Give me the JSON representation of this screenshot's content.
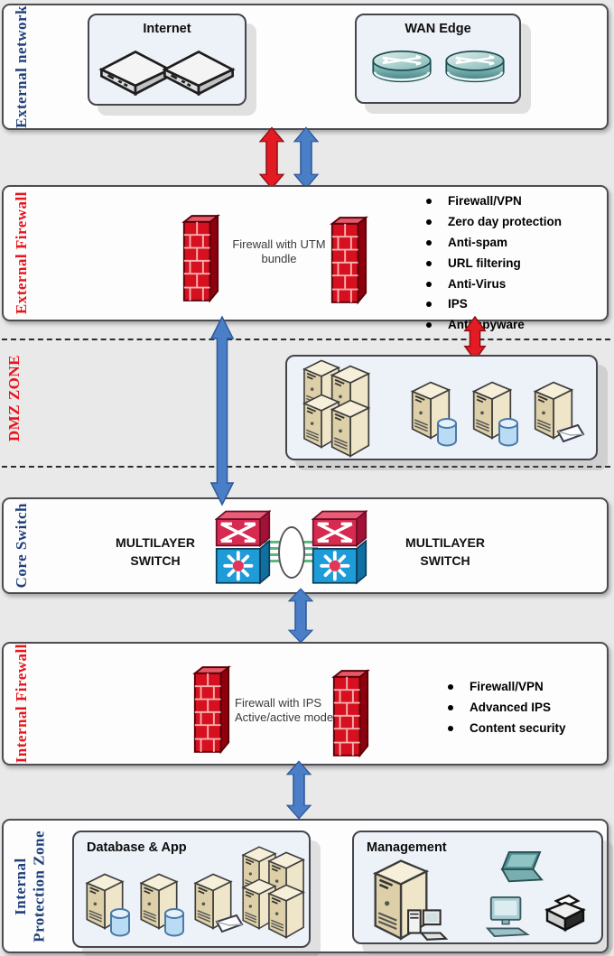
{
  "zones": {
    "external_network": {
      "label": "External network",
      "internet": {
        "title": "Internet"
      },
      "wan_edge": {
        "title": "WAN Edge"
      }
    },
    "external_firewall": {
      "label": "External Firewall",
      "caption": "Firewall with UTM\nbundle",
      "features": [
        "Firewall/VPN",
        "Zero day protection",
        "Anti-spam",
        "URL filtering",
        "Anti-Virus",
        "IPS",
        "Anti-spyware"
      ]
    },
    "dmz": {
      "label": "DMZ ZONE"
    },
    "core_switch": {
      "label": "Core Switch",
      "left_switch_label": "MULTILAYER\nSWITCH",
      "right_switch_label": "MULTILAYER\nSWITCH"
    },
    "internal_firewall": {
      "label": "Internal Firewall",
      "caption": "Firewall with IPS\nActive/active mode",
      "features": [
        "Firewall/VPN",
        "Advanced IPS",
        "Content security"
      ]
    },
    "internal_protection": {
      "label": "Internal\nProtection Zone",
      "database_app": {
        "title": "Database & App"
      },
      "management": {
        "title": "Management"
      }
    }
  },
  "colors": {
    "zone_label_blue": "#20407c",
    "zone_label_red": "#e8141b",
    "arrow_red": "#e31b23",
    "arrow_blue": "#4a7ec7",
    "link_green": "#5db87d",
    "firewall_brick": "#d6101f",
    "switch_red": "#d62a50",
    "switch_blue": "#1e9cd8",
    "inner_box_bg": "#edf1f8",
    "band_bg": "#fdfdfd",
    "page_bg": "#e9e9e9"
  },
  "icons": {
    "internet-device-icon": "flat 3d network appliance",
    "router-icon": "teal cisco router cylinder",
    "firewall-icon": "red brick wall column",
    "multilayer-switch-icon": "red/blue cisco multilayer switch",
    "server-icon": "beige tower server",
    "database-icon": "blue data cylinder",
    "mail-icon": "white envelope",
    "laptop-icon": "teal laptop",
    "workstation-icon": "teal desktop computer",
    "printer-icon": "black and white printer",
    "mini-pc-icon": "small desktop terminal",
    "double-arrow-icon": "vertical double-headed arrow",
    "etherchannel-icon": "link aggregation ellipse"
  }
}
